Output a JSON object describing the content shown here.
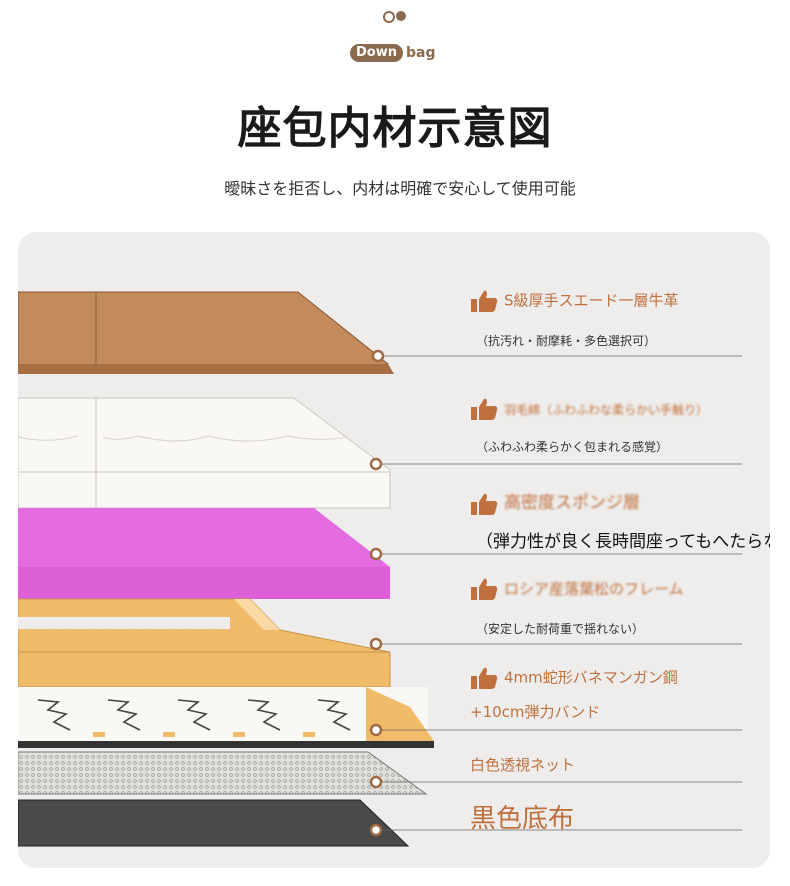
{
  "header": {
    "brand_left": "Down",
    "brand_right": "bag",
    "title": "座包内材示意図",
    "subtitle": "曖昧さを拒否し、内材は明確で安心して使用可能"
  },
  "layers": [
    {
      "label": "S級厚手スエード一層牛革",
      "note": "（抗汚れ・耐摩耗・多色選択可）",
      "color": "#c48b5c",
      "icon": "thumbs-up-icon"
    },
    {
      "label": "羽毛綿（ふわふわな柔らかい手触り）",
      "note": "（ふわふわ柔らかく包まれる感覚）",
      "color": "#faf8f4",
      "icon": "thumbs-up-icon"
    },
    {
      "label": "高密度スポンジ層",
      "note": "（弾力性が良く長時間座ってもへたらない",
      "color": "#e46ce0",
      "icon": "thumbs-up-icon"
    },
    {
      "label": "ロシア産落葉松のフレーム",
      "note": "（安定した耐荷重で揺れない）",
      "color": "#f0bc6a",
      "icon": "thumbs-up-icon"
    },
    {
      "label": "4mm蛇形バネマンガン鋼",
      "note": "+10cm弾力バンド",
      "color": "#ffffff",
      "icon": "thumbs-up-icon"
    },
    {
      "label": "白色透視ネット",
      "note": "",
      "color": "#d8d6d2",
      "icon": ""
    },
    {
      "label": "黒色底布",
      "note": "",
      "color": "#4a4a4a",
      "icon": ""
    }
  ],
  "colors": {
    "accent": "#c0703d",
    "brand": "#8b6a4e",
    "panel_bg": "#eeedeb"
  }
}
